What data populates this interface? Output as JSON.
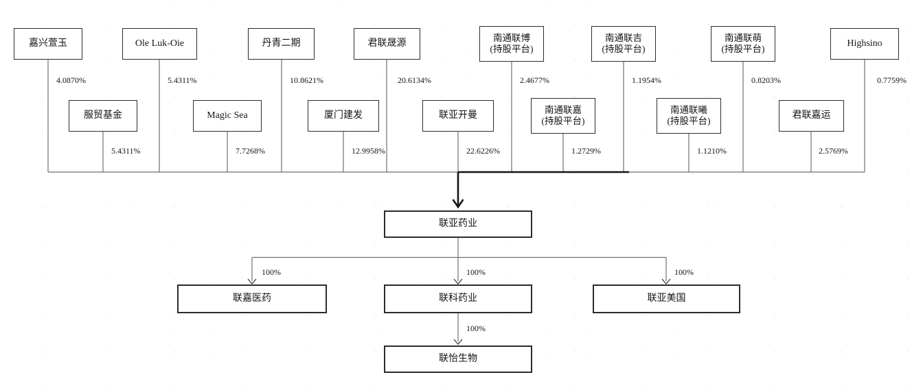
{
  "figure": {
    "type": "shareholding-structure-diagram",
    "company": {
      "label": "联亚药业"
    },
    "top_shareholders": [
      {
        "label": "嘉兴萱玉",
        "pct": "4.0870%"
      },
      {
        "label": "Ole Luk-Oie",
        "pct": "5.4311%"
      },
      {
        "label": "丹青二期",
        "pct": "10.8621%"
      },
      {
        "label": "君联晟源",
        "pct": "20.6134%"
      },
      {
        "label": "南通联博",
        "sublabel": "(持股平台)",
        "pct": "2.4677%"
      },
      {
        "label": "南通联吉",
        "sublabel": "(持股平台)",
        "pct": "1.1954%"
      },
      {
        "label": "南通联萌",
        "sublabel": "(持股平台)",
        "pct": "0.8203%"
      },
      {
        "label": "Highsino",
        "pct": "0.7759%"
      }
    ],
    "mid_shareholders": [
      {
        "label": "服贸基金",
        "pct": "5.4311%"
      },
      {
        "label": "Magic Sea",
        "pct": "7.7268%"
      },
      {
        "label": "厦门建发",
        "pct": "12.9958%"
      },
      {
        "label": "联亚开曼",
        "pct": "22.6226%"
      },
      {
        "label": "南通联嘉",
        "sublabel": "(持股平台)",
        "pct": "1.2729%"
      },
      {
        "label": "南通联曦",
        "sublabel": "(持股平台)",
        "pct": "1.1210%"
      },
      {
        "label": "君联嘉运",
        "pct": "2.5769%"
      }
    ],
    "subsidiaries": [
      {
        "label": "联嘉医药",
        "pct": "100%"
      },
      {
        "label": "联科药业",
        "pct": "100%"
      },
      {
        "label": "联亚美国",
        "pct": "100%"
      }
    ],
    "grandchild": {
      "label": "联怡生物",
      "pct": "100%"
    },
    "colors": {
      "line": "#6f6f6f",
      "heavy_line": "#141414",
      "border": "#2b2b2b"
    }
  }
}
